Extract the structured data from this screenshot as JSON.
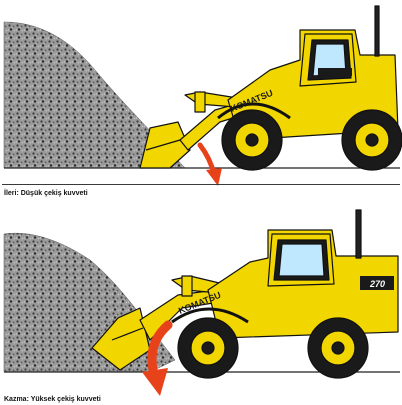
{
  "panels": [
    {
      "caption": "İleri: Düşük çekiş kuvveti",
      "brand": "KOMATSU",
      "model": "",
      "colors": {
        "body": "#f2d600",
        "outline": "#111111",
        "arrow": "#e8421a",
        "pile": "#8a8a8a"
      }
    },
    {
      "caption": "Kazma: Yüksek çekiş kuvveti",
      "brand": "KOMATSU",
      "model": "270",
      "colors": {
        "body": "#f2d600",
        "outline": "#111111",
        "arrow": "#e8421a",
        "pile": "#8a8a8a"
      }
    }
  ],
  "icons": [
    "gravel-pile",
    "wheel-loader",
    "traction-arrow"
  ]
}
